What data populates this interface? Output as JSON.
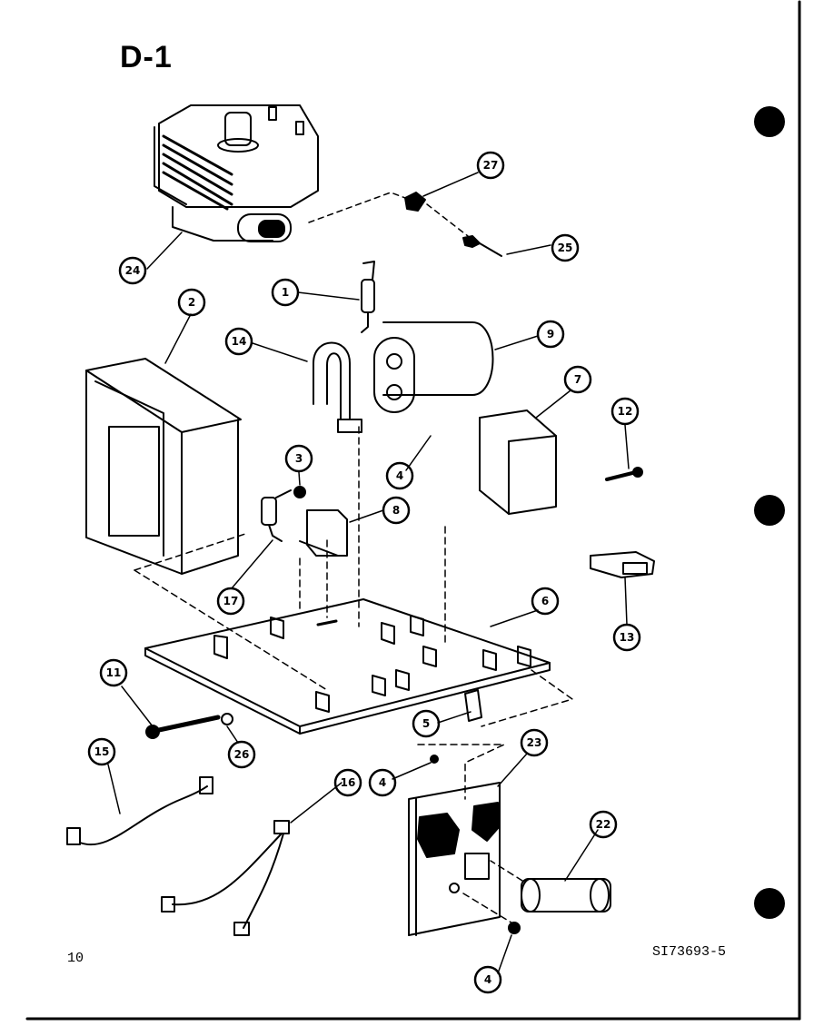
{
  "diagram": {
    "title": "D-1",
    "page_number": "10",
    "part_code": "SI73693-5",
    "callouts": {
      "magnetron": "24",
      "thermal_protector": "27",
      "screw_25": "25",
      "diode": "1",
      "transformer": "2",
      "capacitor_clamp": "14",
      "capacitor": "9",
      "noise_filter": "7",
      "screw_12": "12",
      "screw_3": "3",
      "screw_4_upper": "4",
      "relay": "8",
      "resistor_assembly": "17",
      "base_plate": "6",
      "fuse_holder_clip": "13",
      "bolt": "11",
      "washer": "26",
      "clamp": "5",
      "screw_4_middle": "4",
      "fuse_board": "23",
      "wire_harness_15": "15",
      "wire_harness_16": "16",
      "fuse": "22",
      "screw_4_lower": "4"
    }
  }
}
